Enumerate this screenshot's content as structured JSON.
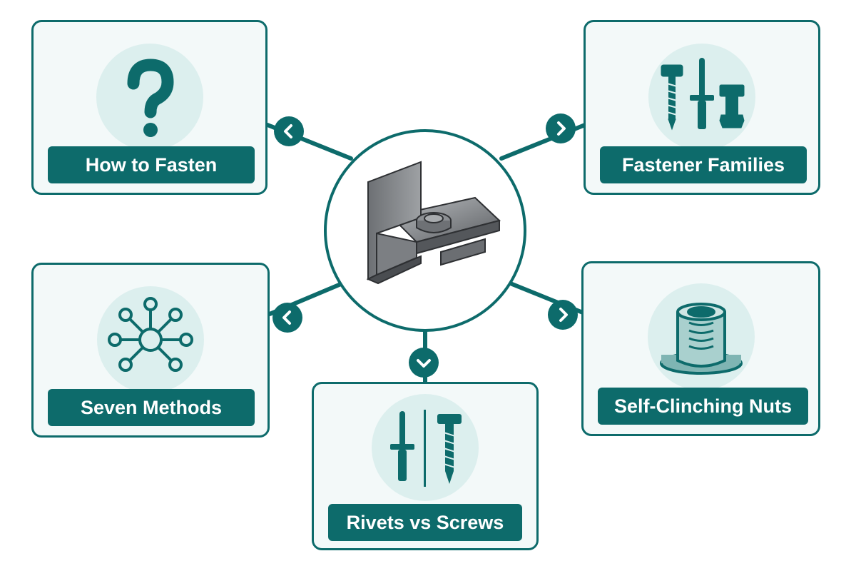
{
  "colors": {
    "accent": "#0d6b6b",
    "card_fill": "#f3f9f9",
    "icon_bg": "#dcefee",
    "metal": "#8a8d90"
  },
  "hub": {
    "icon": "angle-bracket-bolt-icon"
  },
  "cards": [
    {
      "id": "how-to-fasten",
      "label": "How to Fasten",
      "icon": "question-mark-icon"
    },
    {
      "id": "fastener-families",
      "label": "Fastener Families",
      "icon": "fastener-assortment-icon"
    },
    {
      "id": "seven-methods",
      "label": "Seven Methods",
      "icon": "network-nodes-icon"
    },
    {
      "id": "self-clinching-nuts",
      "label": "Self-Clinching Nuts",
      "icon": "clinch-nut-icon"
    },
    {
      "id": "rivets-vs-screws",
      "label": "Rivets vs Screws",
      "icon": "rivet-and-screw-icon"
    }
  ]
}
